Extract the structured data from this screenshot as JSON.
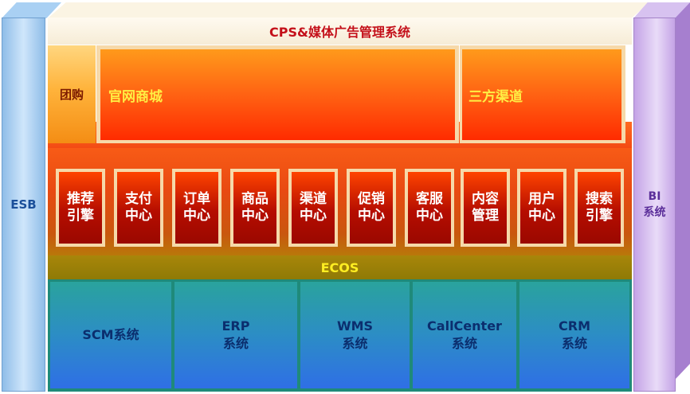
{
  "esb": {
    "label": "ESB"
  },
  "bi": {
    "line1": "BI",
    "line2": "系统"
  },
  "cps": {
    "title": "CPS&媒体广告管理系统"
  },
  "channels": {
    "tuangou": "团购",
    "guanwang": "官网商城",
    "sanfang": "三方渠道"
  },
  "services": [
    {
      "line1": "推荐",
      "line2": "引擎"
    },
    {
      "line1": "支付",
      "line2": "中心"
    },
    {
      "line1": "订单",
      "line2": "中心"
    },
    {
      "line1": "商品",
      "line2": "中心"
    },
    {
      "line1": "渠道",
      "line2": "中心"
    },
    {
      "line1": "促销",
      "line2": "中心"
    },
    {
      "line1": "客服",
      "line2": "中心"
    },
    {
      "line1": "内容",
      "line2": "管理"
    },
    {
      "line1": "用户",
      "line2": "中心"
    },
    {
      "line1": "搜索",
      "line2": "引擎"
    }
  ],
  "ecos": {
    "label": "ECOS"
  },
  "systems": [
    {
      "line1": "SCM系统",
      "line2": ""
    },
    {
      "line1": "ERP",
      "line2": "系统"
    },
    {
      "line1": "WMS",
      "line2": "系统"
    },
    {
      "line1": "CallCenter",
      "line2": "系统"
    },
    {
      "line1": "CRM",
      "line2": "系统"
    }
  ],
  "colors": {
    "cps_title": "#c4101a",
    "channel_text": "#ffee44",
    "ecos_text": "#ffee22",
    "system_text": "#0b2e6e"
  }
}
